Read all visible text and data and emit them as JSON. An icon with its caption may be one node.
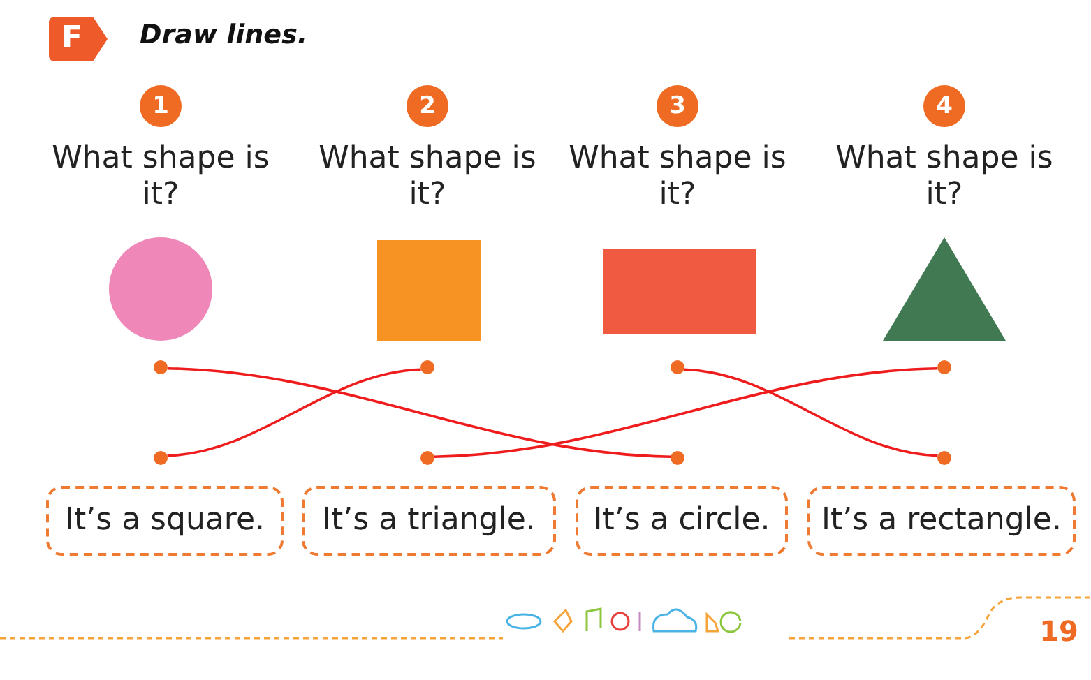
{
  "diagram": {
    "title": "Draw lines.",
    "nodes": [
      {
        "text": [
          "F"
        ]
      },
      {
        "text": [
          "1"
        ]
      },
      {
        "text": [
          "2"
        ]
      },
      {
        "text": [
          "3"
        ]
      },
      {
        "text": [
          "4"
        ]
      },
      {
        "text": [],
        "shape": "circle"
      },
      {
        "text": [],
        "shape": "box"
      },
      {
        "text": [],
        "shape": "box"
      },
      {
        "text": [],
        "shape": "triangle"
      },
      {
        "text": [],
        "shape": "circle"
      },
      {
        "text": [],
        "shape": "circle"
      },
      {
        "text": [],
        "shape": "circle"
      },
      {
        "text": [],
        "shape": "circle"
      },
      {
        "text": [],
        "shape": "circle"
      },
      {
        "text": [],
        "shape": "circle"
      },
      {
        "text": [],
        "shape": "circle"
      },
      {
        "text": [],
        "shape": "circle"
      },
      {
        "text": [
          "It’s a square."
        ]
      },
      {
        "text": [
          "It’s a triangle."
        ]
      },
      {
        "text": [
          "It’s a circle."
        ]
      },
      {
        "text": [
          "It’s a rectangle."
        ]
      }
    ],
    "edges": [
      {
        "from": 9,
        "to": 15,
        "arrow": "none"
      },
      {
        "from": 10,
        "to": 13,
        "arrow": "none"
      },
      {
        "from": 11,
        "to": 16,
        "arrow": "none"
      },
      {
        "from": 12,
        "to": 14,
        "arrow": "none"
      }
    ],
    "labels": [
      "What shape is it?",
      "What shape is it?",
      "What shape is it?",
      "What shape is it?",
      "19"
    ]
  }
}
